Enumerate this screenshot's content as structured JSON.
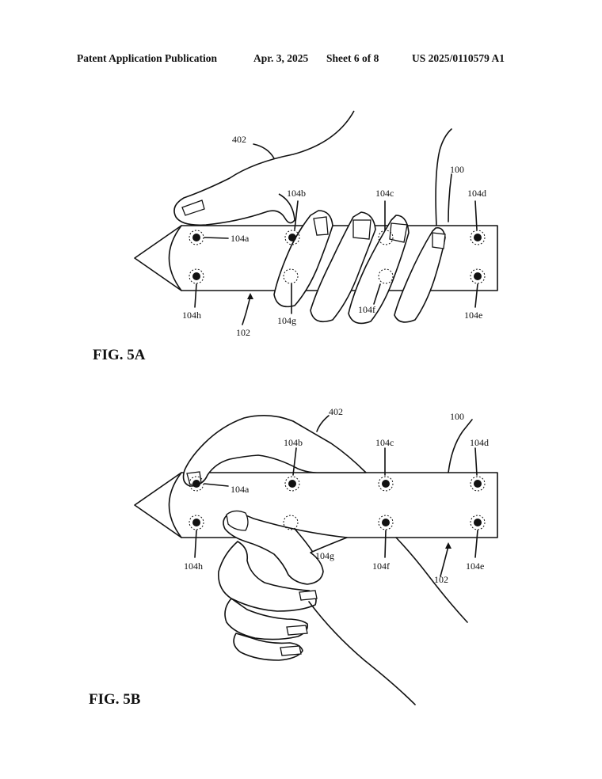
{
  "header": {
    "publication": "Patent Application Publication",
    "date": "Apr. 3, 2025",
    "sheet": "Sheet 6 of 8",
    "number": "US 2025/0110579 A1"
  },
  "figures": [
    {
      "label": "FIG. 5A",
      "refs": {
        "hand": "402",
        "device": "100",
        "body": "102",
        "s104a": "104a",
        "s104b": "104b",
        "s104c": "104c",
        "s104d": "104d",
        "s104e": "104e",
        "s104f": "104f",
        "s104g": "104g",
        "s104h": "104h"
      }
    },
    {
      "label": "FIG. 5B",
      "refs": {
        "hand": "402",
        "device": "100",
        "body": "102",
        "s104a": "104a",
        "s104b": "104b",
        "s104c": "104c",
        "s104d": "104d",
        "s104e": "104e",
        "s104f": "104f",
        "s104g": "104g",
        "s104h": "104h"
      }
    }
  ]
}
